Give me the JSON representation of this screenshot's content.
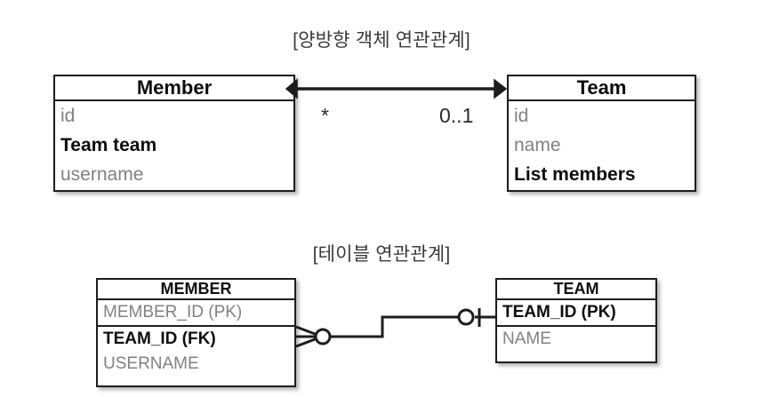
{
  "page": {
    "background_color": "#ffffff",
    "line_color": "#1d1d1d",
    "muted_text_color": "#818181",
    "strong_text_color": "#0d0d0d"
  },
  "object_diagram": {
    "title": "[양방향 객체 연관관계]",
    "classes": [
      {
        "name": "Member",
        "attributes": [
          {
            "label": "id",
            "emphasis": false
          },
          {
            "label": "Team team",
            "emphasis": true
          },
          {
            "label": "username",
            "emphasis": false
          }
        ]
      },
      {
        "name": "Team",
        "attributes": [
          {
            "label": "id",
            "emphasis": false
          },
          {
            "label": "name",
            "emphasis": false
          },
          {
            "label": "List members",
            "emphasis": true
          }
        ]
      }
    ],
    "association": {
      "type": "bidirectional-arrow",
      "left_arrowhead": true,
      "right_arrowhead": true,
      "multiplicity_left": "*",
      "multiplicity_right": "0..1"
    }
  },
  "table_diagram": {
    "title": "[테이블 연관관계]",
    "tables": [
      {
        "name": "MEMBER",
        "key_columns": [
          {
            "label": "MEMBER_ID (PK)",
            "emphasis": false
          }
        ],
        "columns": [
          {
            "label": "TEAM_ID (FK)",
            "emphasis": true
          },
          {
            "label": "USERNAME",
            "emphasis": false
          }
        ]
      },
      {
        "name": "TEAM",
        "key_columns": [
          {
            "label": "TEAM_ID (PK)",
            "emphasis": true
          }
        ],
        "columns": [
          {
            "label": "NAME",
            "emphasis": false
          }
        ]
      }
    ],
    "relationship": {
      "type": "crows-foot",
      "left_cardinality": "zero-or-many",
      "right_cardinality": "zero-or-one",
      "routing": "orthogonal-step"
    }
  }
}
